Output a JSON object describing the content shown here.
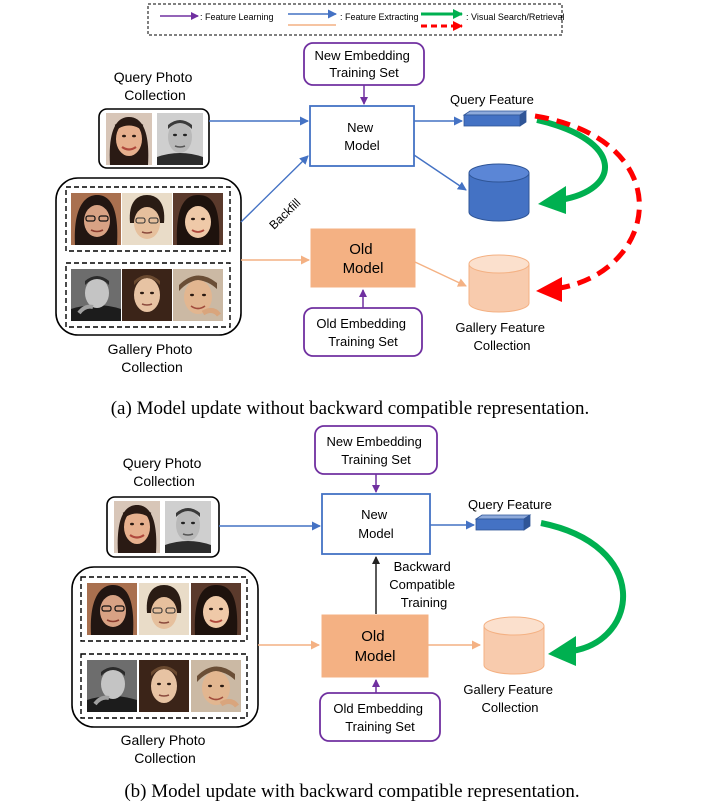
{
  "legend": {
    "feature_learning": ": Feature Learning",
    "feature_extracting": ": Feature Extracting",
    "visual_search": ": Visual Search/Retrieval"
  },
  "colors": {
    "learning": "#7030a0",
    "extract_new": "#4472c4",
    "extract_old": "#f4b183",
    "search_green": "#00b050",
    "search_red": "#ff0000",
    "old_model_fill": "#f4b183",
    "new_db_fill": "#4472c4",
    "old_db_fill": "#f8cbad"
  },
  "faces": {
    "query": [
      "query-face-woman",
      "query-face-man"
    ],
    "gallery_asian": [
      "gallery-face-asian-1",
      "gallery-face-asian-2",
      "gallery-face-asian-3"
    ],
    "gallery_man": [
      "gallery-face-man-1",
      "gallery-face-man-2",
      "gallery-face-man-3"
    ]
  },
  "panel_a": {
    "query_collection": [
      "Query Photo",
      "Collection"
    ],
    "new_training_set": [
      "New Embedding",
      "Training Set"
    ],
    "new_model": [
      "New",
      "Model"
    ],
    "query_feature": "Query Feature",
    "backfill": "Backfill",
    "old_model": [
      "Old",
      "Model"
    ],
    "old_training_set": [
      "Old Embedding",
      "Training Set"
    ],
    "gallery_feature": [
      "Gallery Feature",
      "Collection"
    ],
    "gallery_collection": [
      "Gallery Photo",
      "Collection"
    ],
    "caption": "(a) Model update without backward compatible representation."
  },
  "panel_b": {
    "query_collection": [
      "Query Photo",
      "Collection"
    ],
    "new_training_set": [
      "New Embedding",
      "Training Set"
    ],
    "new_model": [
      "New",
      "Model"
    ],
    "query_feature": "Query Feature",
    "bct": [
      "Backward",
      "Compatible",
      "Training"
    ],
    "old_model": [
      "Old",
      "Model"
    ],
    "old_training_set": [
      "Old Embedding",
      "Training Set"
    ],
    "gallery_feature": [
      "Gallery Feature",
      "Collection"
    ],
    "gallery_collection": [
      "Gallery Photo",
      "Collection"
    ],
    "caption": "(b) Model update with backward compatible representation."
  }
}
